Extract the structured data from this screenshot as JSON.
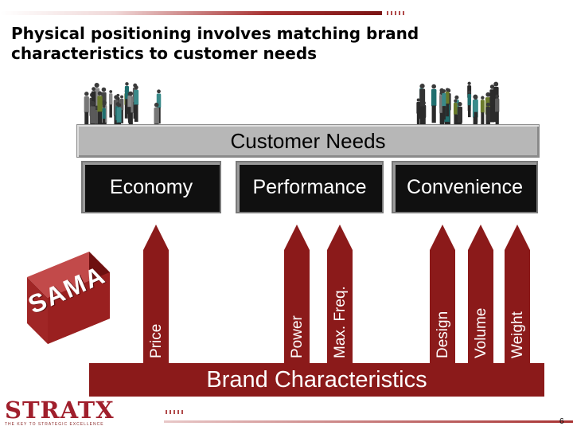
{
  "slide": {
    "title": "Physical positioning involves matching brand characteristics to customer needs",
    "page_number": "6"
  },
  "customer_needs": {
    "label": "Customer Needs",
    "categories": [
      "Economy",
      "Performance",
      "Convenience"
    ]
  },
  "brand_characteristics": {
    "label": "Brand Characteristics",
    "attributes": [
      "Price",
      "Power",
      "Max. Freq.",
      "Design",
      "Volume",
      "Weight"
    ]
  },
  "cube": {
    "label": "SAMA"
  },
  "logo": {
    "name": "STRATX",
    "tagline": "THE KEY TO STRATEGIC EXCELLENCE"
  },
  "colors": {
    "brand_red": "#8b1a1a",
    "needs_grey": "#b7b7b7",
    "need_box": "#101010"
  }
}
